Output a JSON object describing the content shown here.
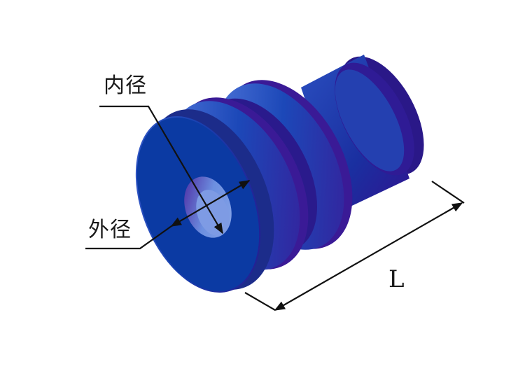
{
  "diagram": {
    "type": "dimension-drawing",
    "subject": "cylindrical rubber wire seal (3D isometric view)",
    "labels": {
      "inner_diameter": "内径",
      "outer_diameter": "外径",
      "length": "L"
    },
    "colors": {
      "body_primary": "#0a3aa0",
      "body_dark": "#2a1a8a",
      "body_highlight": "#4d6fd0",
      "bore": "#6a8fd8",
      "dimension_lines": "#111111",
      "background": "#ffffff"
    }
  }
}
